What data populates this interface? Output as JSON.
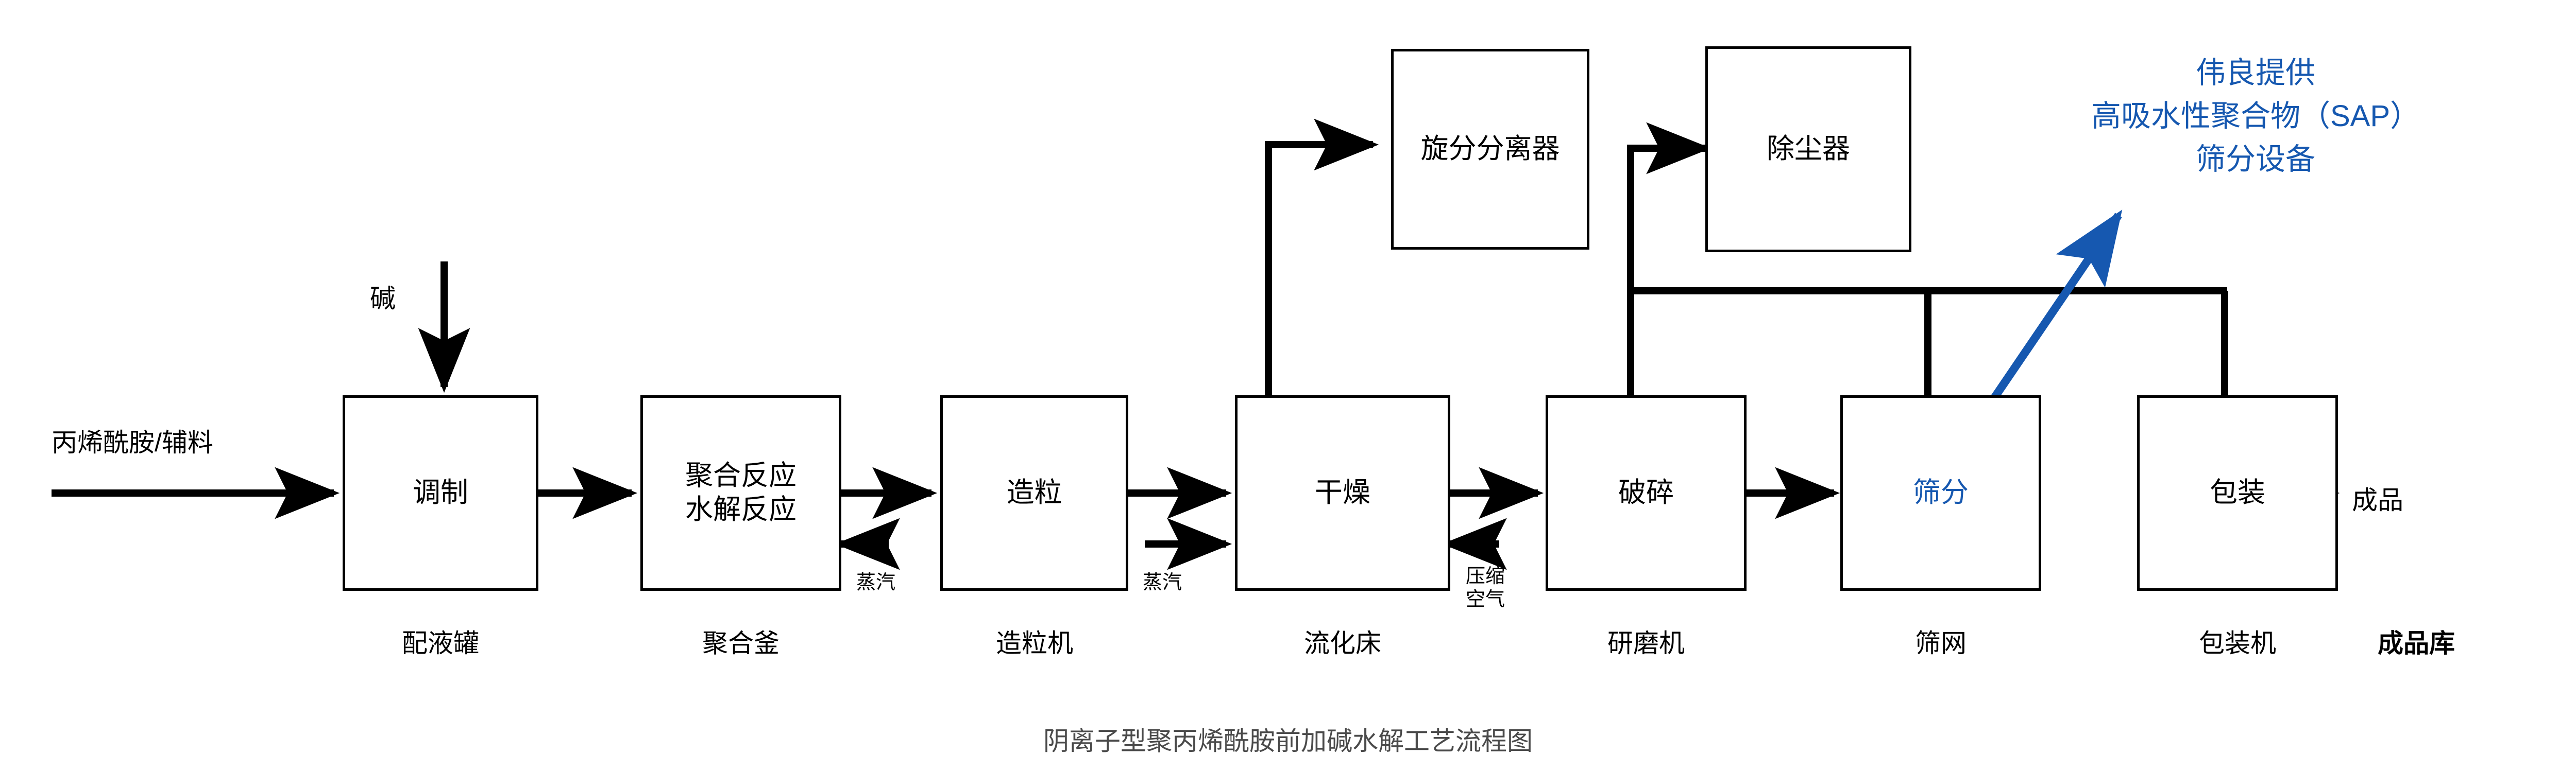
{
  "title": "阴离子型聚丙烯酰胺前加碱水解工艺流程图",
  "accent_color": "#1658b0",
  "line_color": "#000000",
  "title_color": "#4a4a4a",
  "inputs": {
    "feed_label": "丙烯酰胺/辅料",
    "alkali_label": "碱",
    "product_label": "成品"
  },
  "process_boxes": [
    {
      "id": "tiaozhi",
      "title": "调制",
      "title2": "",
      "equipment": "配液罐",
      "accent": false
    },
    {
      "id": "juhe",
      "title": "聚合反应",
      "title2": "水解反应",
      "equipment": "聚合釜",
      "accent": false
    },
    {
      "id": "zaoli",
      "title": "造粒",
      "title2": "",
      "equipment": "造粒机",
      "accent": false
    },
    {
      "id": "ganzao",
      "title": "干燥",
      "title2": "",
      "equipment": "流化床",
      "accent": false
    },
    {
      "id": "posui",
      "title": "破碎",
      "title2": "",
      "equipment": "研磨机",
      "accent": false
    },
    {
      "id": "shaifen",
      "title": "筛分",
      "title2": "",
      "equipment": "筛网",
      "accent": true
    },
    {
      "id": "baozhuang",
      "title": "包装",
      "title2": "",
      "equipment": "包装机",
      "accent": false
    }
  ],
  "aux_boxes": [
    {
      "id": "cyclone",
      "title": "旋分分离器"
    },
    {
      "id": "dust",
      "title": "除尘器"
    }
  ],
  "utilities": [
    {
      "id": "steam-juhe",
      "line1": "蒸汽",
      "line2": ""
    },
    {
      "id": "steam-ganzao",
      "line1": "蒸汽",
      "line2": ""
    },
    {
      "id": "air-ganzao",
      "line1": "压缩",
      "line2": "空气"
    }
  ],
  "storage_label": "成品库",
  "annotation": {
    "line1": "伟良提供",
    "line2": "高吸水性聚合物（SAP）",
    "line3": "筛分设备"
  }
}
